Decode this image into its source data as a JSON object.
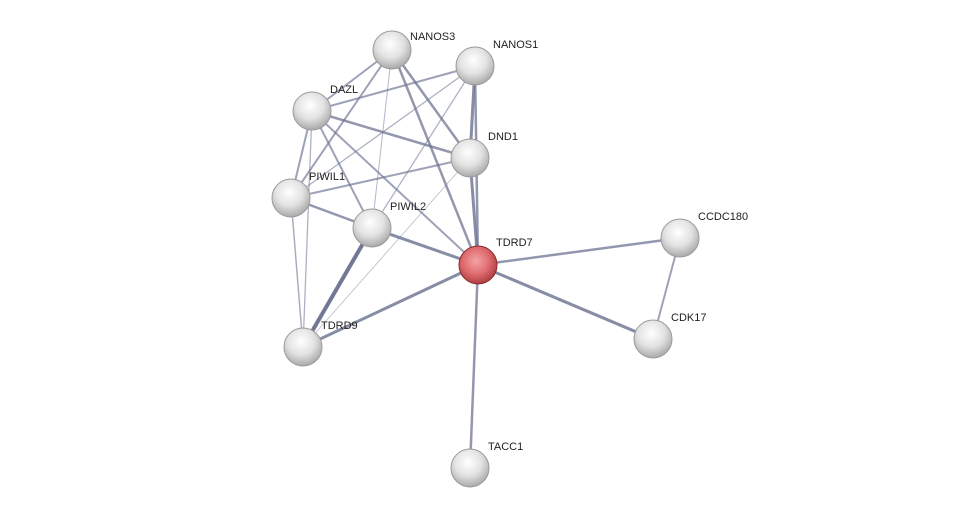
{
  "network": {
    "query_color": "#d9595c",
    "node_color": "#e4e4e4",
    "edge_color": "#6a7090",
    "nodes": [
      {
        "id": "NANOS3",
        "label": "NANOS3"
      },
      {
        "id": "NANOS1",
        "label": "NANOS1"
      },
      {
        "id": "DAZL",
        "label": "DAZL"
      },
      {
        "id": "DND1",
        "label": "DND1"
      },
      {
        "id": "PIWIL1",
        "label": "PIWIL1"
      },
      {
        "id": "PIWIL2",
        "label": "PIWIL2"
      },
      {
        "id": "TDRD7",
        "label": "TDRD7",
        "query": true
      },
      {
        "id": "CCDC180",
        "label": "CCDC180"
      },
      {
        "id": "CDK17",
        "label": "CDK17"
      },
      {
        "id": "TDRD9",
        "label": "TDRD9"
      },
      {
        "id": "TACC1",
        "label": "TACC1"
      }
    ],
    "edges": [
      [
        "NANOS3",
        "DAZL",
        2
      ],
      [
        "NANOS3",
        "PIWIL1",
        2
      ],
      [
        "NANOS3",
        "PIWIL2",
        1
      ],
      [
        "NANOS3",
        "DND1",
        2.5
      ],
      [
        "NANOS3",
        "TDRD7",
        2.5
      ],
      [
        "NANOS1",
        "DAZL",
        2
      ],
      [
        "NANOS1",
        "PIWIL1",
        1.3
      ],
      [
        "NANOS1",
        "PIWIL2",
        1.3
      ],
      [
        "NANOS1",
        "DND1",
        3
      ],
      [
        "NANOS1",
        "TDRD7",
        2.5
      ],
      [
        "DAZL",
        "DND1",
        2.5
      ],
      [
        "DAZL",
        "PIWIL1",
        2
      ],
      [
        "DAZL",
        "TDRD9",
        1.3
      ],
      [
        "DAZL",
        "PIWIL2",
        2
      ],
      [
        "DAZL",
        "TDRD7",
        2
      ],
      [
        "DND1",
        "PIWIL1",
        2
      ],
      [
        "DND1",
        "TDRD7",
        3
      ],
      [
        "DND1",
        "TDRD9",
        0.8
      ],
      [
        "PIWIL1",
        "PIWIL2",
        2.5
      ],
      [
        "PIWIL1",
        "TDRD9",
        1.5
      ],
      [
        "PIWIL2",
        "TDRD7",
        3
      ],
      [
        "PIWIL2",
        "TDRD9",
        4
      ],
      [
        "TDRD9",
        "TDRD7",
        3
      ],
      [
        "TDRD7",
        "CCDC180",
        2.5
      ],
      [
        "TDRD7",
        "CDK17",
        3
      ],
      [
        "TDRD7",
        "TACC1",
        2.5
      ],
      [
        "CCDC180",
        "CDK17",
        2
      ]
    ]
  }
}
